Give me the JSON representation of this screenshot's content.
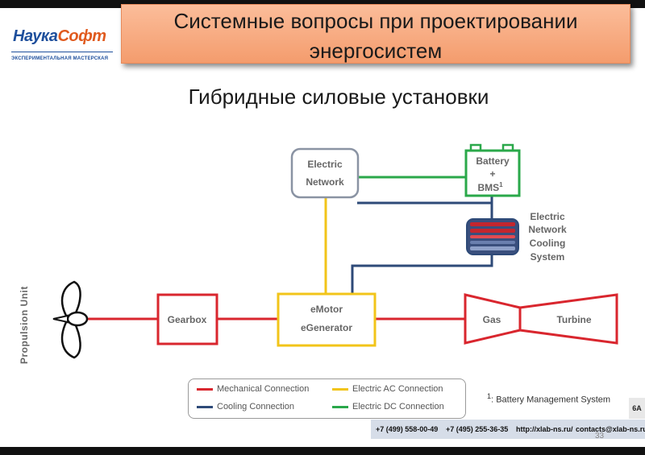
{
  "logo": {
    "brand_part1": "Наука",
    "brand_part2": "Софт",
    "tagline": "ЭКСПЕРИМЕНТАЛЬНАЯ МАСТЕРСКАЯ"
  },
  "header": {
    "title_line1": "Системные вопросы при проектировании",
    "title_line2": "энергосистем"
  },
  "subtitle": "Гибридные силовые установки",
  "diagram": {
    "propulsion_label": "Propulsion Unit",
    "gearbox_label": "Gearbox",
    "emotor_line1": "eMotor",
    "emotor_line2": "eGenerator",
    "network_line1": "Electric",
    "network_line2": "Network",
    "battery_line1": "Battery",
    "battery_line2": "+",
    "battery_line3": "BMS",
    "battery_sup": "1",
    "cooling_line1": "Electric",
    "cooling_line2": "Network",
    "cooling_line3": "Cooling",
    "cooling_line4": "System",
    "gas_label": "Gas",
    "turbine_label": "Turbine"
  },
  "colors": {
    "mechanical": "#d9262e",
    "electric_ac": "#f2c419",
    "cooling": "#2e4a78",
    "electric_dc": "#2aa84a",
    "box_border": "#8a93a3"
  },
  "legend": {
    "mechanical": "Mechanical Connection",
    "electric_ac": "Electric AC Connection",
    "cooling": "Cooling Connection",
    "electric_dc": "Electric DC Connection"
  },
  "footnote": {
    "sup": "1",
    "text": ": Battery Management System"
  },
  "badge": "6A",
  "contacts": {
    "phone1": "+7 (499) 558-00-49",
    "phone2": "+7 (495) 255-36-35",
    "site": "http://xlab-ns.ru/",
    "email": "contacts@xlab-ns.ru"
  },
  "page_number": "33"
}
